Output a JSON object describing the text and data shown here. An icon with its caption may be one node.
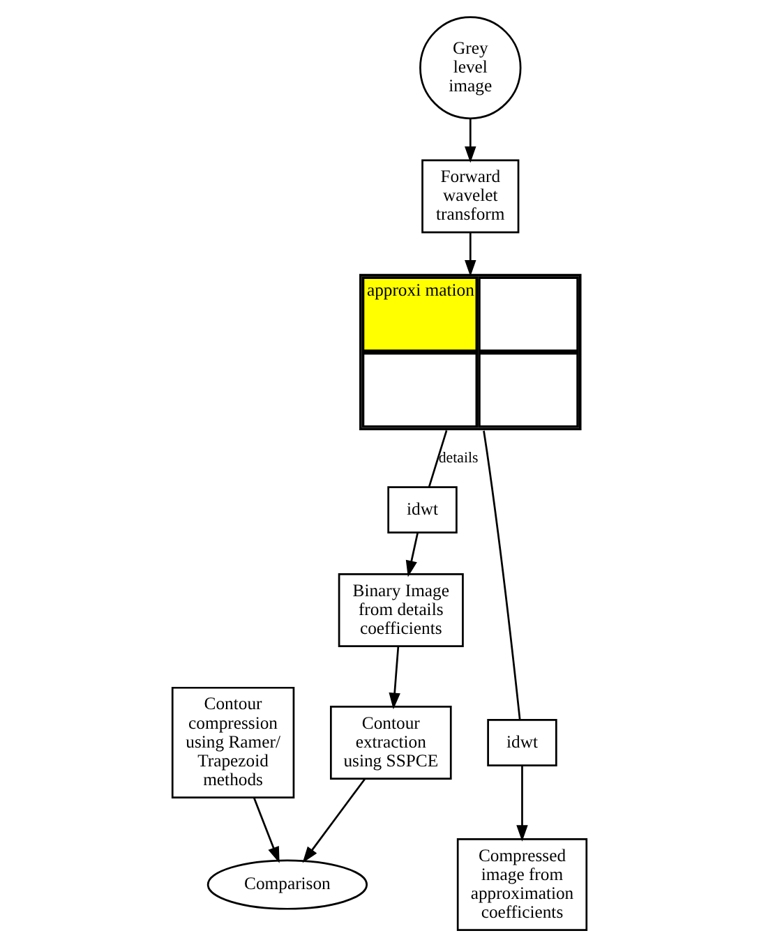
{
  "diagram": {
    "nodes": [
      {
        "text": [
          "Forward wavelet transform"
        ]
      },
      {
        "text": [
          "approxi mation"
        ]
      },
      {
        "text": [
          "idwt"
        ]
      },
      {
        "text": [
          "Grey level image"
        ]
      },
      {
        "text": [
          "idwt"
        ]
      },
      {
        "text": [
          "Binary Image from details coefficients"
        ]
      },
      {
        "text": [
          "Compressed image from approximation coefficients"
        ]
      },
      {
        "text": [
          "Contour extraction using SSPCE"
        ]
      },
      {
        "text": [
          "Comparison"
        ]
      },
      {
        "text": [
          "Contour compression using Ramer/ Trapezoid methods"
        ]
      }
    ],
    "edges": [
      {
        "from": 3,
        "to": 0,
        "arrow": "to"
      },
      {
        "from": 0,
        "to": 1,
        "arrow": "to"
      },
      {
        "from": 1,
        "to": 4,
        "arrow": "none"
      },
      {
        "from": 1,
        "to": 2,
        "arrow": "none",
        "label": "details"
      },
      {
        "from": 2,
        "to": 5,
        "arrow": "to"
      },
      {
        "from": 4,
        "to": 6,
        "arrow": "to"
      },
      {
        "from": 5,
        "to": 7,
        "arrow": "to"
      },
      {
        "from": 7,
        "to": 8,
        "arrow": "to"
      },
      {
        "from": 9,
        "to": 8,
        "arrow": "to"
      }
    ]
  }
}
